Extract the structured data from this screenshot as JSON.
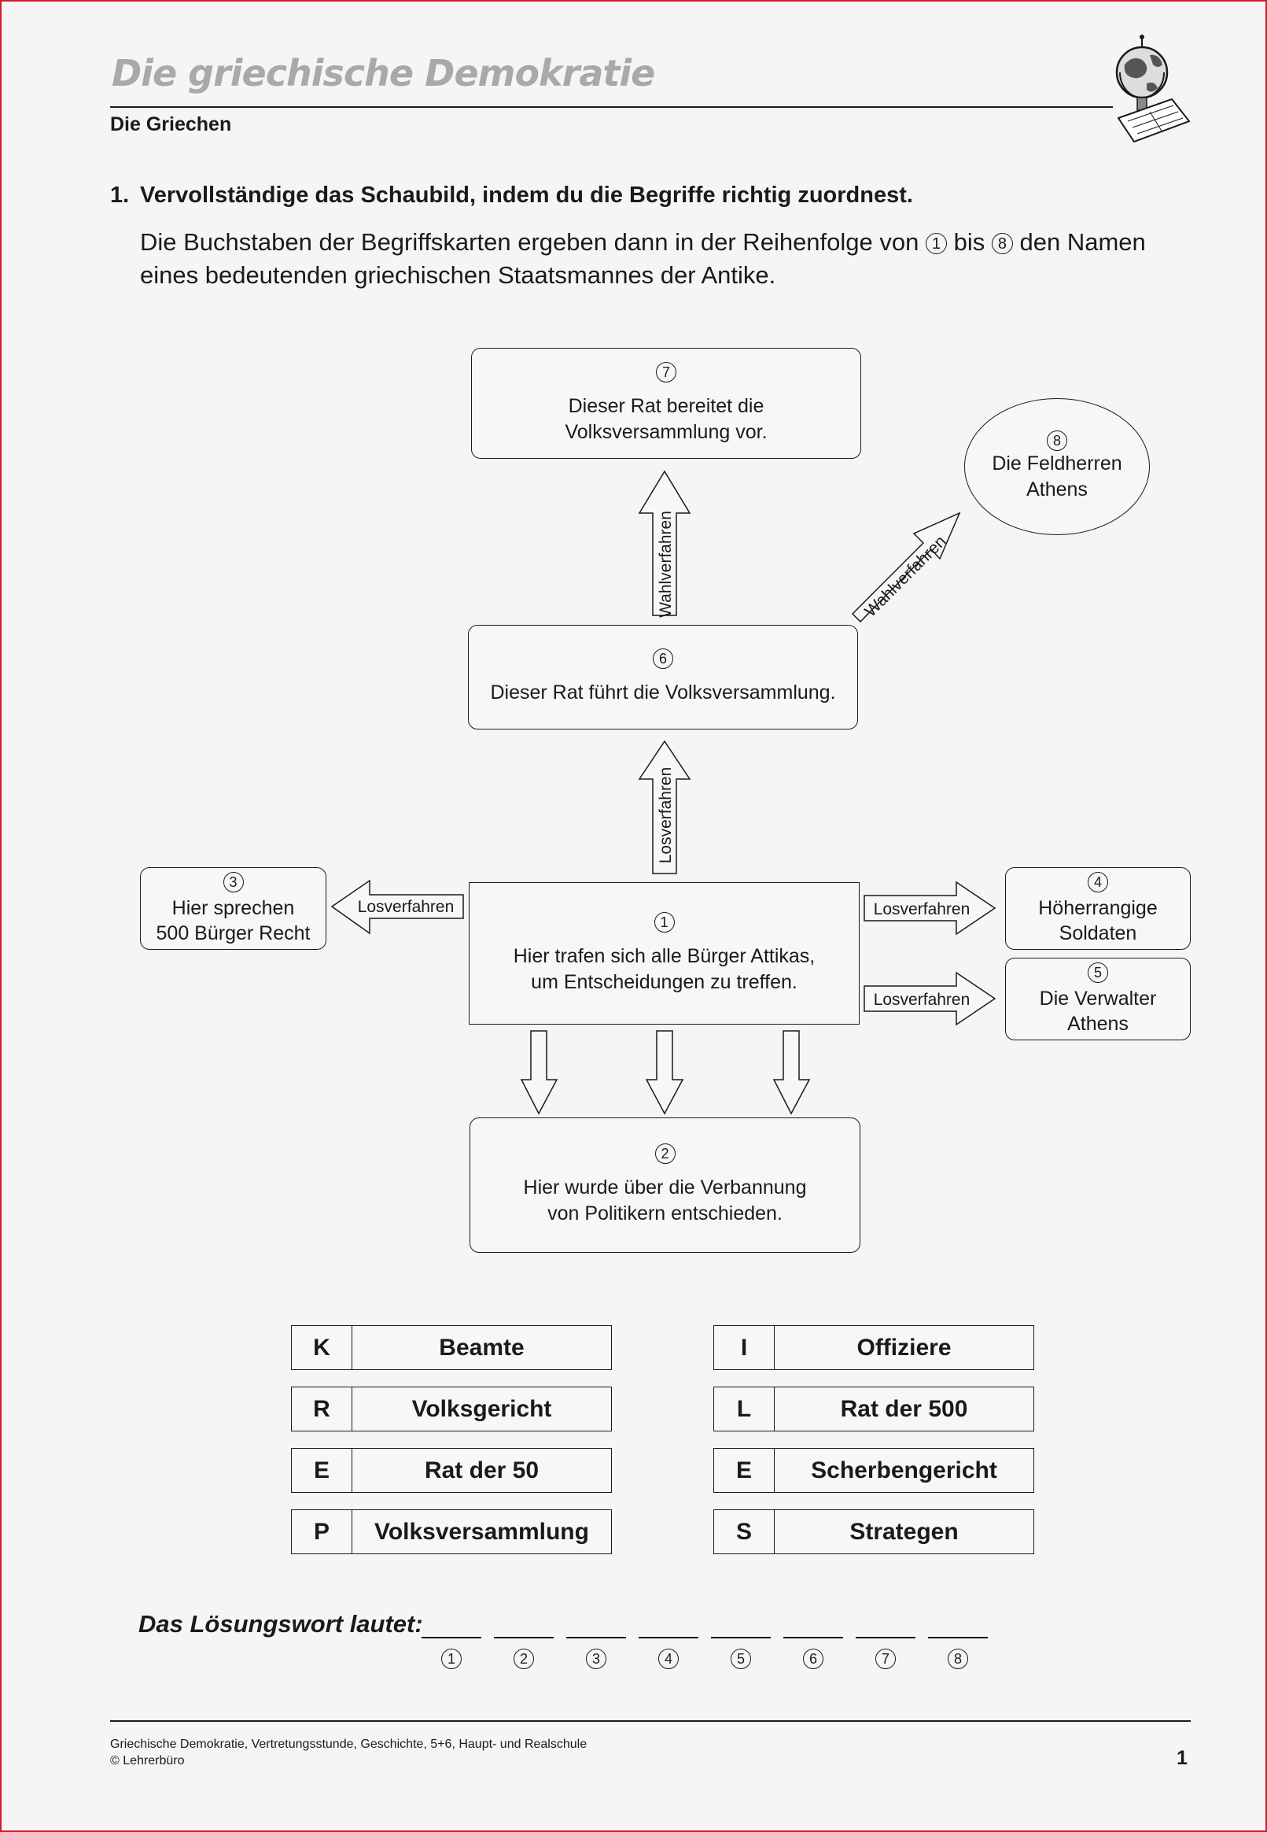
{
  "header": {
    "title": "Die griechische Demokratie",
    "subtitle": "Die Griechen"
  },
  "task": {
    "number": "1.",
    "heading": "Vervollständige das Schaubild, indem du die Begriffe richtig zuordnest.",
    "text_part1": "Die Buchstaben der Begriffskarten ergeben dann in der Reihenfolge von",
    "num_from": "1",
    "text_part2": "bis",
    "num_to": "8",
    "text_part3": "den Namen eines bedeutenden griechischen Staatsmannes der Antike."
  },
  "diagram": {
    "box1": {
      "num": "1",
      "line1": "Hier trafen sich alle Bürger Attikas,",
      "line2": "um Entscheidungen zu treffen."
    },
    "box2": {
      "num": "2",
      "line1": "Hier wurde über die Verbannung",
      "line2": "von Politikern entschieden."
    },
    "box3": {
      "num": "3",
      "line1": "Hier sprechen",
      "line2": "500 Bürger Recht"
    },
    "box4": {
      "num": "4",
      "line1": "Höherrangige",
      "line2": "Soldaten"
    },
    "box5": {
      "num": "5",
      "line1": "Die Verwalter",
      "line2": "Athens"
    },
    "box6": {
      "num": "6",
      "line1": "Dieser Rat führt die Volksversammlung."
    },
    "box7": {
      "num": "7",
      "line1": "Dieser Rat bereitet die",
      "line2": "Volksversammlung vor."
    },
    "box8": {
      "num": "8",
      "line1": "Die Feldherren",
      "line2": "Athens"
    },
    "arrow_labels": {
      "to3": "Losverfahren",
      "to4": "Losverfahren",
      "to5": "Losverfahren",
      "to6": "Losverfahren",
      "to7": "Wahlverfahren",
      "to8": "Wahlverfahren"
    }
  },
  "cards": [
    {
      "letter": "K",
      "term": "Beamte"
    },
    {
      "letter": "R",
      "term": "Volksgericht"
    },
    {
      "letter": "E",
      "term": "Rat der 50"
    },
    {
      "letter": "P",
      "term": "Volksversammlung"
    },
    {
      "letter": "I",
      "term": "Offiziere"
    },
    {
      "letter": "L",
      "term": "Rat der 500"
    },
    {
      "letter": "E",
      "term": "Scherbengericht"
    },
    {
      "letter": "S",
      "term": "Strategen"
    }
  ],
  "answer": {
    "label": "Das Lösungswort lautet:",
    "slots": [
      "1",
      "2",
      "3",
      "4",
      "5",
      "6",
      "7",
      "8"
    ]
  },
  "footer": {
    "line1": "Griechische Demokratie, Vertretungsstunde, Geschichte, 5+6, Haupt- und Realschule",
    "line2": "© Lehrerbüro",
    "page_number": "1"
  }
}
